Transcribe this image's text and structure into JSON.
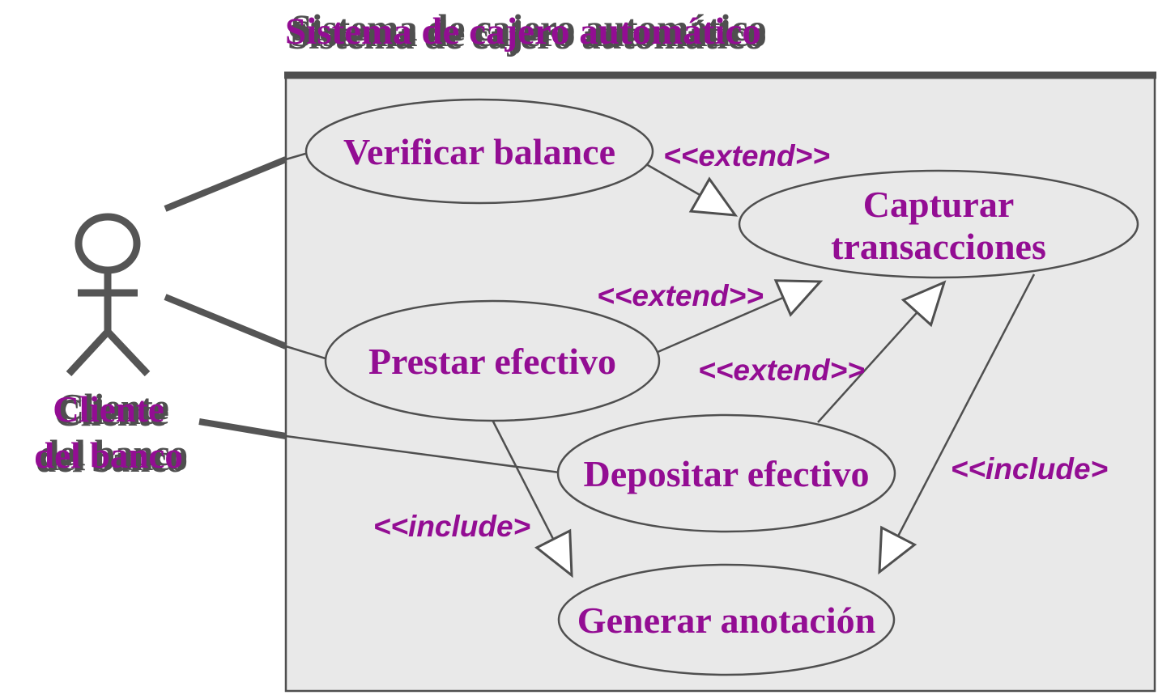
{
  "diagram": {
    "type": "uml-use-case",
    "title": "Sistema de cajero automático",
    "actor": {
      "name": "Cliente del banco",
      "label_line1": "Cliente",
      "label_line2": "del banco"
    },
    "use_cases": [
      {
        "id": "verificar-balance",
        "label": "Verificar balance"
      },
      {
        "id": "capturar-transacciones",
        "label": "Capturar transacciones",
        "line1": "Capturar",
        "line2": "transacciones"
      },
      {
        "id": "prestar-efectivo",
        "label": "Prestar efectivo"
      },
      {
        "id": "depositar-efectivo",
        "label": "Depositar efectivo"
      },
      {
        "id": "generar-anotacion",
        "label": "Generar anotación"
      }
    ],
    "relationships": [
      {
        "from": "Verificar balance",
        "to": "Capturar transacciones",
        "stereotype": "<<extend>>"
      },
      {
        "from": "Prestar efectivo",
        "to": "Capturar transacciones",
        "stereotype": "<<extend>>"
      },
      {
        "from": "Depositar efectivo",
        "to": "Capturar transacciones",
        "stereotype": "<<extend>>"
      },
      {
        "from": "Prestar efectivo",
        "to": "Generar anotación",
        "stereotype": "<<include>"
      },
      {
        "from": "Capturar transacciones",
        "to": "Generar anotación",
        "stereotype": "<<include>"
      }
    ],
    "associations": [
      {
        "from": "Cliente del banco",
        "to": "Verificar balance"
      },
      {
        "from": "Cliente del banco",
        "to": "Prestar efectivo"
      },
      {
        "from": "Cliente del banco",
        "to": "Depositar efectivo"
      }
    ],
    "colors": {
      "text_purple": "#930d93",
      "line_gray": "#4f4f4f",
      "box_fill": "#e9e9e9",
      "shadow_gray": "#4f4f4f",
      "background": "#ffffff",
      "arrowhead_fill": "#ffffff"
    }
  }
}
